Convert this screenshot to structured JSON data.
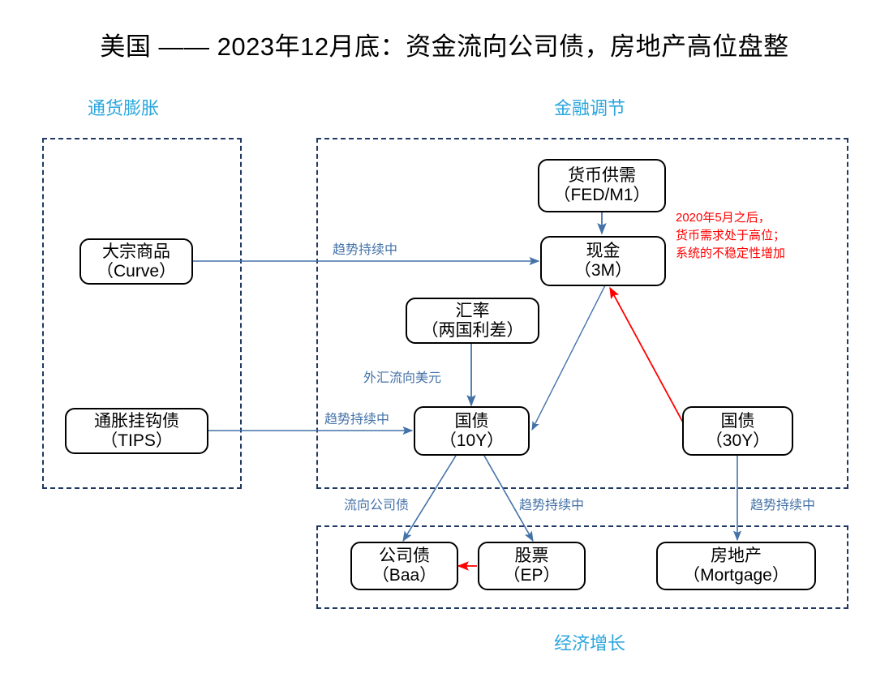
{
  "title": "美国 —— 2023年12月底：资金流向公司债，房地产高位盘整",
  "colors": {
    "group_border": "#1f3864",
    "group_label": "#2ba6de",
    "node_border": "#000000",
    "edge_blue": "#4472a8",
    "edge_red": "#ff0000",
    "annotation_red": "#ff0000",
    "background": "#ffffff"
  },
  "groups": [
    {
      "id": "inflation",
      "label": "通货膨胀",
      "label_position": "top-left"
    },
    {
      "id": "financial-regulation",
      "label": "金融调节",
      "label_position": "top-center"
    },
    {
      "id": "economic-growth",
      "label": "经济增长",
      "label_position": "bottom-center"
    }
  ],
  "nodes": [
    {
      "id": "commodity",
      "line1": "大宗商品",
      "line2": "（Curve）"
    },
    {
      "id": "tips",
      "line1": "通胀挂钩债",
      "line2": "（TIPS）"
    },
    {
      "id": "money",
      "line1": "货币供需",
      "line2": "（FED/M1）"
    },
    {
      "id": "cash",
      "line1": "现金",
      "line2": "（3M）"
    },
    {
      "id": "fx",
      "line1": "汇率",
      "line2": "（两国利差）"
    },
    {
      "id": "bond10y",
      "line1": "国债",
      "line2": "（10Y）"
    },
    {
      "id": "bond30y",
      "line1": "国债",
      "line2": "（30Y）"
    },
    {
      "id": "corp-bond",
      "line1": "公司债",
      "line2": "（Baa）"
    },
    {
      "id": "equity",
      "line1": "股票",
      "line2": "（EP）"
    },
    {
      "id": "realestate",
      "line1": "房地产",
      "line2": "（Mortgage）"
    }
  ],
  "edge_labels": [
    {
      "id": "commodity-to-cash",
      "text": "趋势持续中"
    },
    {
      "id": "tips-to-bond10y",
      "text": "趋势持续中"
    },
    {
      "id": "fx-to-bond10y",
      "text": "外汇流向美元"
    },
    {
      "id": "bond10y-to-corpbond",
      "text": "流向公司债"
    },
    {
      "id": "bond10y-to-equity",
      "text": "趋势持续中"
    },
    {
      "id": "bond30y-to-realestate",
      "text": "趋势持续中"
    }
  ],
  "annotation": {
    "line1": "2020年5月之后，",
    "line2": "货币需求处于高位；",
    "line3": "系统的不稳定性增加"
  }
}
